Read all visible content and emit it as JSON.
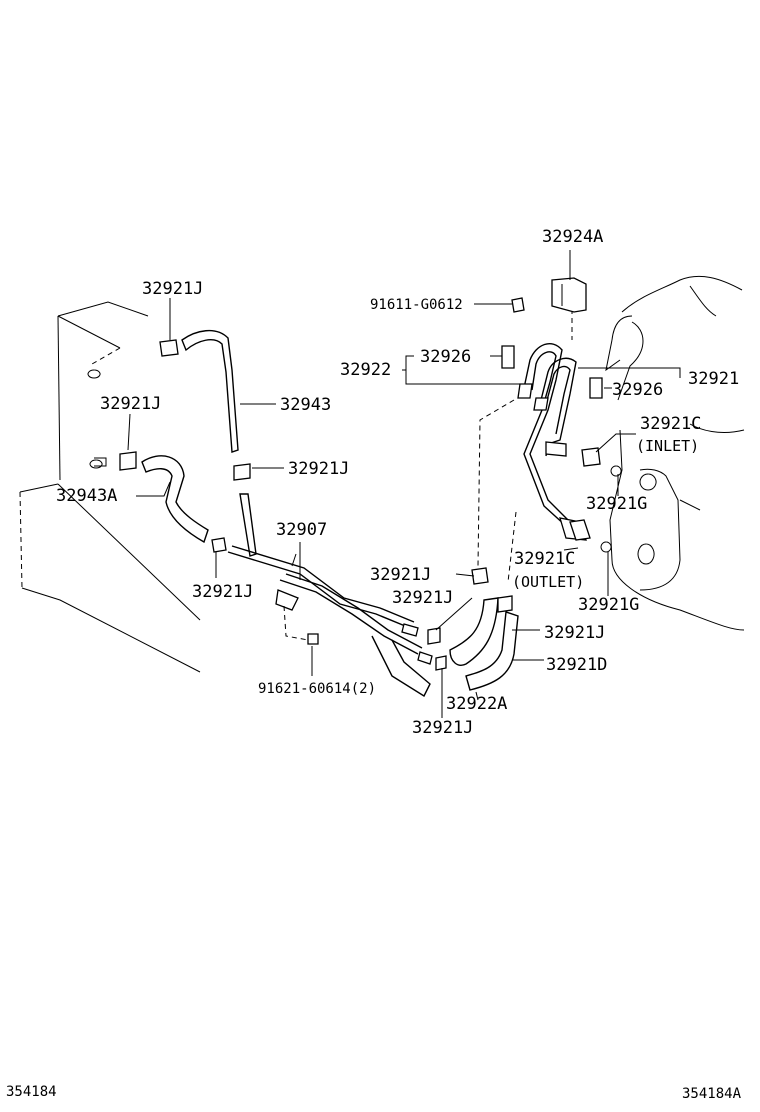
{
  "labels": {
    "l_32924A": "32924A",
    "l_91611": "91611-G0612",
    "l_32921J_top": "32921J",
    "l_32943": "32943",
    "l_32921J_left": "32921J",
    "l_32921J_mid": "32921J",
    "l_32943A": "32943A",
    "l_32907": "32907",
    "l_32921J_low": "32921J",
    "l_91621": "91621-60614(2)",
    "l_32922": "32922",
    "l_32926_a": "32926",
    "l_32926_b": "32926",
    "l_32921": "32921",
    "l_32921C_in": "32921C",
    "l_inlet": "(INLET)",
    "l_32921G_a": "32921G",
    "l_32921C_out": "32921C",
    "l_outlet": "(OUTLET)",
    "l_32921G_b": "32921G",
    "l_32921J_c1": "32921J",
    "l_32921J_c2": "32921J",
    "l_32921J_c3": "32921J",
    "l_32921D": "32921D",
    "l_32922A": "32922A",
    "l_32921J_bot": "32921J"
  },
  "footer": {
    "left_code": "354184",
    "right_code": "354184A"
  }
}
